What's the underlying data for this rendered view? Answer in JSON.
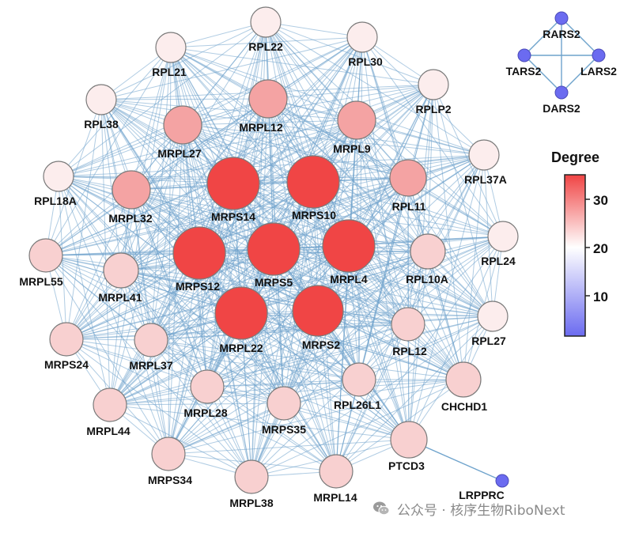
{
  "legend": {
    "title": "Degree",
    "ticks": [
      "30",
      "20",
      "10"
    ],
    "low_color": "#6B6BF0",
    "mid_color": "#FFFFFF",
    "high_color": "#F04444"
  },
  "colors": {
    "edge": "#6FA3CC",
    "node_stroke": "#7a7a7a",
    "small_node": "#6B6BF0"
  },
  "watermark": {
    "text": "公众号 · 核序生物RiboNext",
    "icon": "wechat-icon"
  },
  "network": {
    "main_nodes": [
      {
        "id": "RPL22",
        "tier": "light"
      },
      {
        "id": "RPL30",
        "tier": "light"
      },
      {
        "id": "RPL21",
        "tier": "light"
      },
      {
        "id": "RPLP2",
        "tier": "light"
      },
      {
        "id": "RPL38",
        "tier": "light"
      },
      {
        "id": "MRPL12",
        "tier": "medium"
      },
      {
        "id": "MRPL9",
        "tier": "medium"
      },
      {
        "id": "MRPL27",
        "tier": "medium"
      },
      {
        "id": "RPL37A",
        "tier": "light"
      },
      {
        "id": "RPL18A",
        "tier": "light"
      },
      {
        "id": "MRPS14",
        "tier": "hub"
      },
      {
        "id": "MRPS10",
        "tier": "hub"
      },
      {
        "id": "RPL11",
        "tier": "medium"
      },
      {
        "id": "MRPL32",
        "tier": "medium"
      },
      {
        "id": "RPL24",
        "tier": "light"
      },
      {
        "id": "MRPL55",
        "tier": "pale"
      },
      {
        "id": "MRPS12",
        "tier": "hub"
      },
      {
        "id": "MRPS5",
        "tier": "hub"
      },
      {
        "id": "MRPL4",
        "tier": "hub"
      },
      {
        "id": "RPL10A",
        "tier": "pale"
      },
      {
        "id": "MRPL41",
        "tier": "pale"
      },
      {
        "id": "RPL27",
        "tier": "light"
      },
      {
        "id": "MRPS24",
        "tier": "pale"
      },
      {
        "id": "MRPL37",
        "tier": "pale"
      },
      {
        "id": "MRPL22",
        "tier": "hub"
      },
      {
        "id": "MRPS2",
        "tier": "hub"
      },
      {
        "id": "RPL12",
        "tier": "pale"
      },
      {
        "id": "CHCHD1",
        "tier": "pale"
      },
      {
        "id": "MRPL28",
        "tier": "pale"
      },
      {
        "id": "RPL26L1",
        "tier": "pale"
      },
      {
        "id": "MRPL44",
        "tier": "pale"
      },
      {
        "id": "MRPS35",
        "tier": "pale"
      },
      {
        "id": "PTCD3",
        "tier": "pale"
      },
      {
        "id": "MRPS34",
        "tier": "pale"
      },
      {
        "id": "MRPL38",
        "tier": "pale"
      },
      {
        "id": "MRPL14",
        "tier": "pale"
      }
    ],
    "small_nodes": [
      "RARS2",
      "TARS2",
      "LARS2",
      "DARS2",
      "LRPPRC"
    ],
    "tier_colors": {
      "hub": "#F04545",
      "medium": "#F4A3A3",
      "pale": "#F8D0D0",
      "light": "#FCEDED"
    }
  }
}
